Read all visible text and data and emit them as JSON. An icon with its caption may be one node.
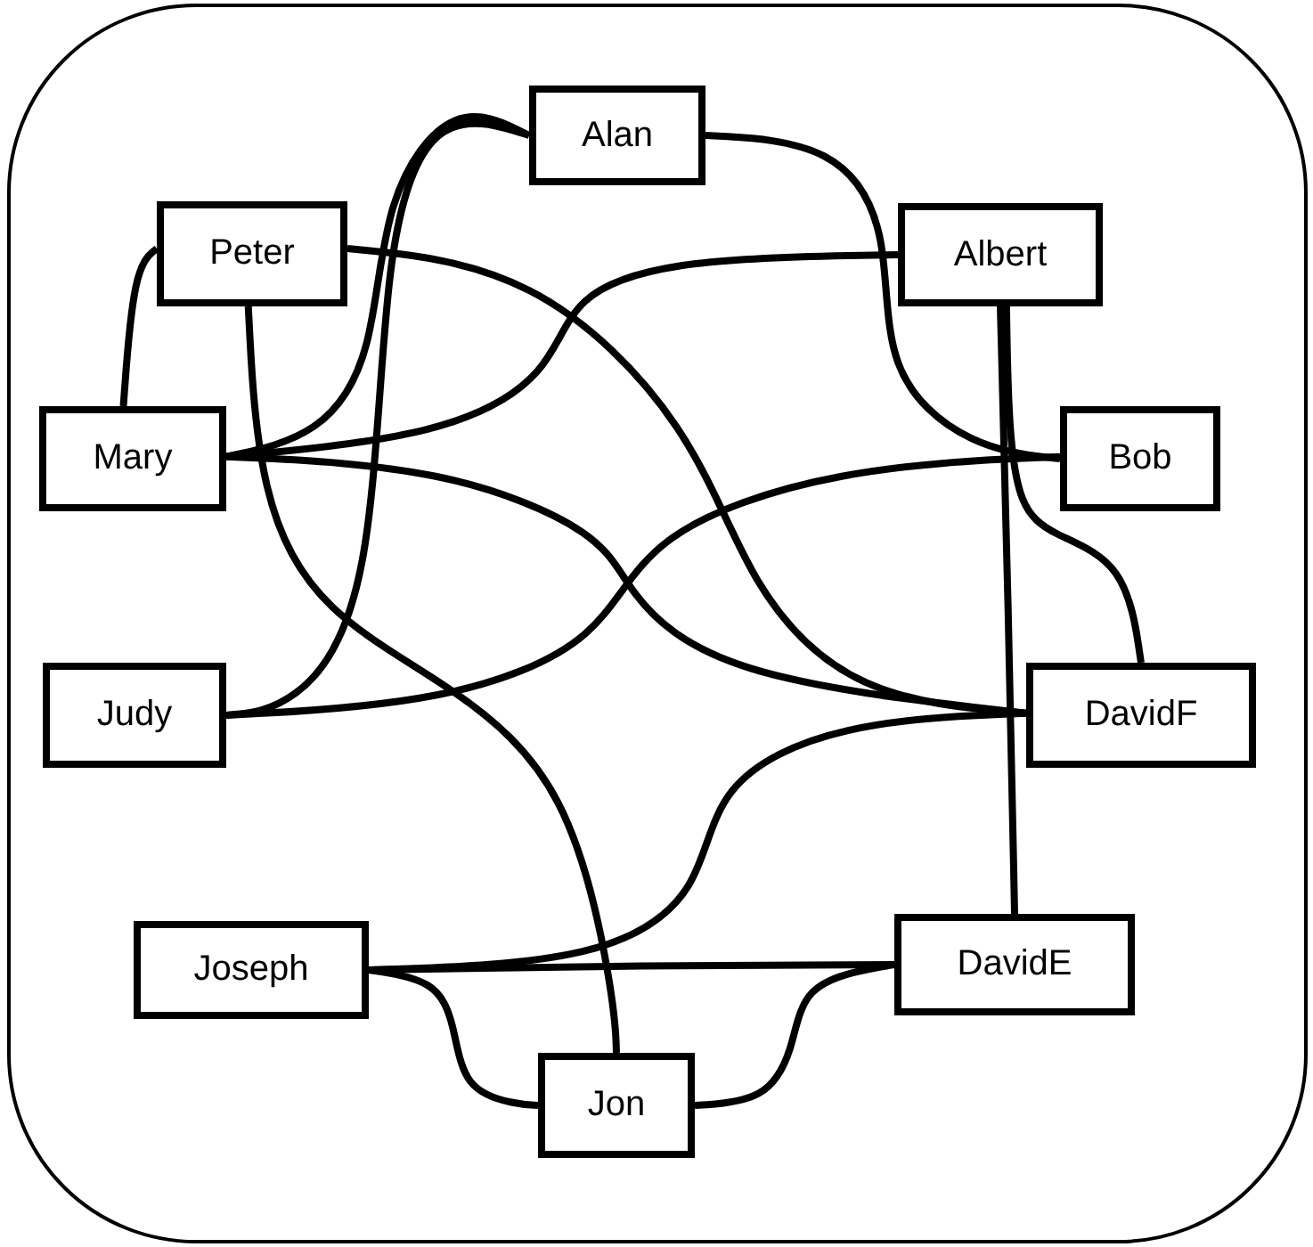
{
  "diagram": {
    "nodes": [
      {
        "text": [
          "Alan"
        ]
      },
      {
        "text": [
          "Peter"
        ]
      },
      {
        "text": [
          "Albert"
        ]
      },
      {
        "text": [
          "Mary"
        ]
      },
      {
        "text": [
          "Bob"
        ]
      },
      {
        "text": [
          "Judy"
        ]
      },
      {
        "text": [
          "DavidF"
        ]
      },
      {
        "text": [
          "Joseph"
        ]
      },
      {
        "text": [
          "DavidE"
        ]
      },
      {
        "text": [
          "Jon"
        ]
      }
    ],
    "edges": [
      {
        "from": 1,
        "to": 3,
        "arrow": "none"
      },
      {
        "from": 0,
        "to": 3,
        "arrow": "none"
      },
      {
        "from": 0,
        "to": 5,
        "arrow": "none"
      },
      {
        "from": 0,
        "to": 4,
        "arrow": "none"
      },
      {
        "from": 1,
        "to": 6,
        "arrow": "none"
      },
      {
        "from": 1,
        "to": 9,
        "arrow": "none"
      },
      {
        "from": 2,
        "to": 3,
        "arrow": "none"
      },
      {
        "from": 2,
        "to": 6,
        "arrow": "none"
      },
      {
        "from": 2,
        "to": 8,
        "arrow": "none"
      },
      {
        "from": 3,
        "to": 6,
        "arrow": "none"
      },
      {
        "from": 5,
        "to": 4,
        "arrow": "none"
      },
      {
        "from": 7,
        "to": 6,
        "arrow": "none"
      },
      {
        "from": 7,
        "to": 8,
        "arrow": "none"
      },
      {
        "from": 7,
        "to": 9,
        "arrow": "none"
      },
      {
        "from": 9,
        "to": 8,
        "arrow": "none"
      }
    ]
  }
}
